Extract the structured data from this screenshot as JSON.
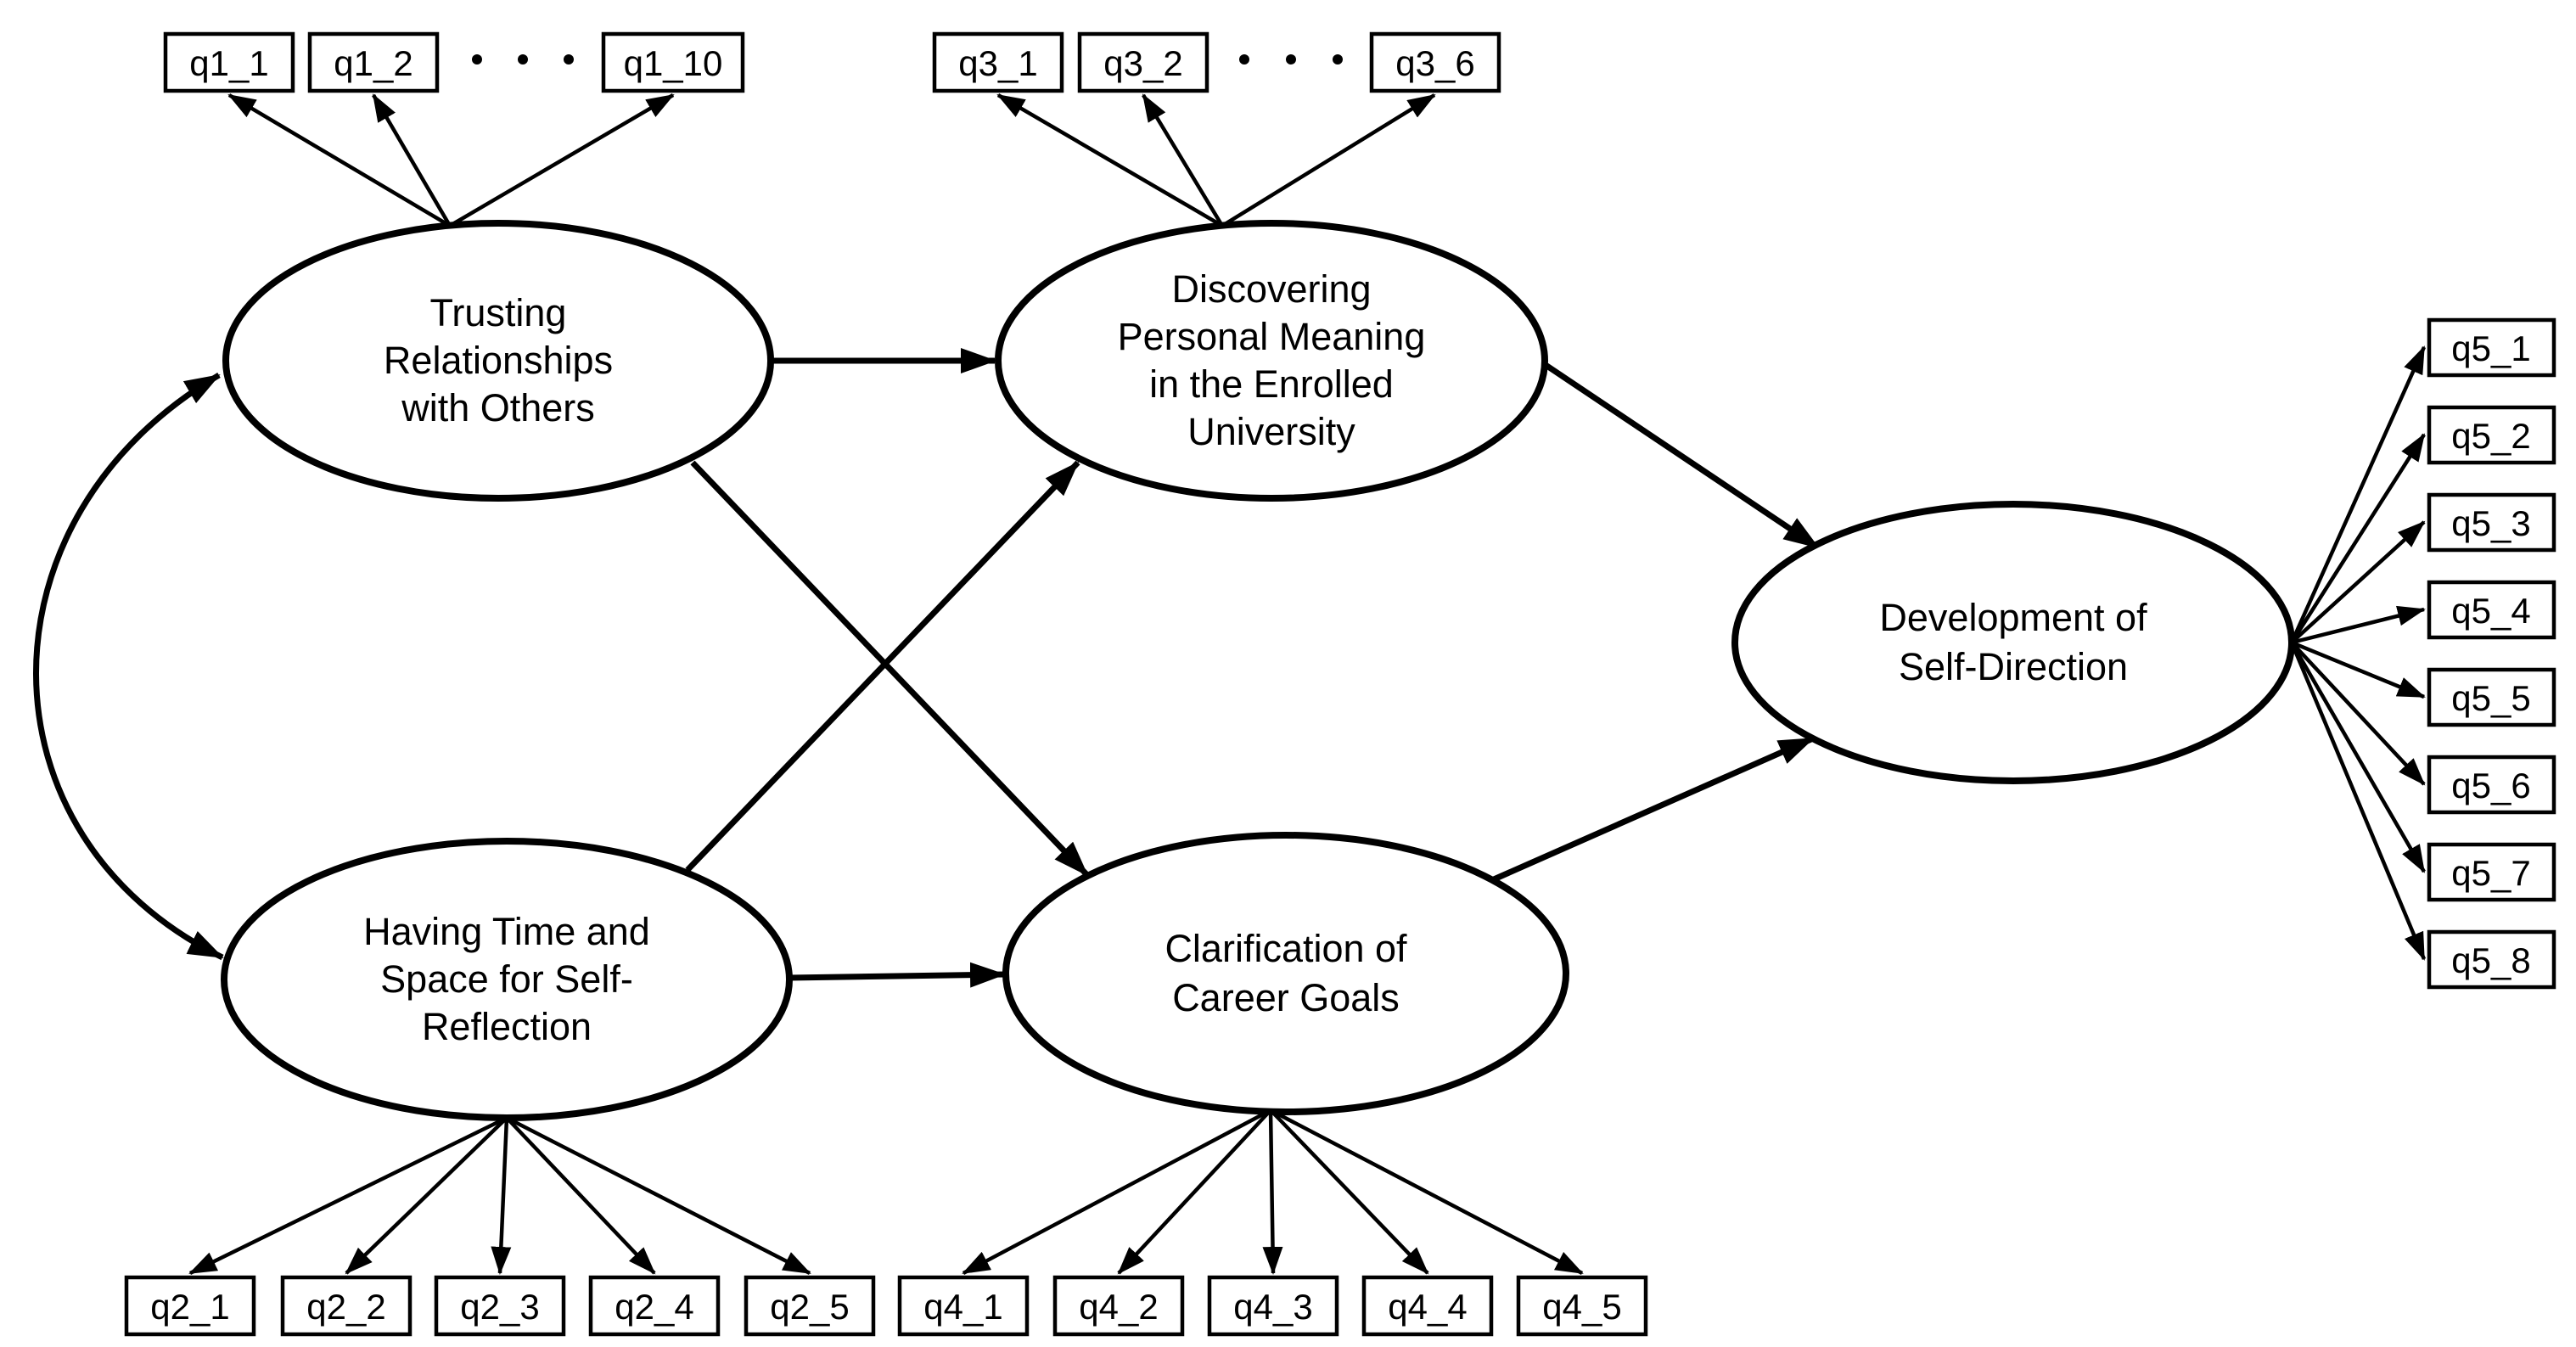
{
  "diagram_type": "structural equation model path diagram",
  "colors": {
    "background": "#ffffff",
    "stroke": "#000000",
    "text": "#000000"
  },
  "latents": {
    "trusting": {
      "name": "Trusting Relationships with Others",
      "lines": [
        "Trusting",
        "Relationships",
        "with Others"
      ]
    },
    "discovering": {
      "name": "Discovering Personal Meaning in the Enrolled University",
      "lines": [
        "Discovering",
        "Personal Meaning",
        "in the Enrolled",
        "University"
      ]
    },
    "having": {
      "name": "Having Time and Space for Self-Reflection",
      "lines": [
        "Having Time and",
        "Space for Self-",
        "Reflection"
      ]
    },
    "clarification": {
      "name": "Clarification of Career Goals",
      "lines": [
        "Clarification of",
        "Career Goals"
      ]
    },
    "development": {
      "name": "Development of Self-Direction",
      "lines": [
        "Development of",
        "Self-Direction"
      ]
    }
  },
  "indicators": {
    "q1": {
      "boxes": [
        "q1_1",
        "q1_2",
        "q1_10"
      ],
      "ellipsis_between": true,
      "latent": "Trusting Relationships with Others"
    },
    "q3": {
      "boxes": [
        "q3_1",
        "q3_2",
        "q3_6"
      ],
      "ellipsis_between": true,
      "latent": "Discovering Personal Meaning in the Enrolled University"
    },
    "q2": {
      "boxes": [
        "q2_1",
        "q2_2",
        "q2_3",
        "q2_4",
        "q2_5"
      ],
      "ellipsis_between": false,
      "latent": "Having Time and Space for Self-Reflection"
    },
    "q4": {
      "boxes": [
        "q4_1",
        "q4_2",
        "q4_3",
        "q4_4",
        "q4_5"
      ],
      "ellipsis_between": false,
      "latent": "Clarification of Career Goals"
    },
    "q5": {
      "boxes": [
        "q5_1",
        "q5_2",
        "q5_3",
        "q5_4",
        "q5_5",
        "q5_6",
        "q5_7",
        "q5_8"
      ],
      "ellipsis_between": false,
      "latent": "Development of Self-Direction"
    }
  },
  "edges": {
    "structural": [
      {
        "from": "Trusting Relationships with Others",
        "to": "Discovering Personal Meaning in the Enrolled University"
      },
      {
        "from": "Trusting Relationships with Others",
        "to": "Clarification of Career Goals"
      },
      {
        "from": "Having Time and Space for Self-Reflection",
        "to": "Discovering Personal Meaning in the Enrolled University"
      },
      {
        "from": "Having Time and Space for Self-Reflection",
        "to": "Clarification of Career Goals"
      },
      {
        "from": "Discovering Personal Meaning in the Enrolled University",
        "to": "Development of Self-Direction"
      },
      {
        "from": "Clarification of Career Goals",
        "to": "Development of Self-Direction"
      }
    ],
    "covariances": [
      {
        "between": [
          "Trusting Relationships with Others",
          "Having Time and Space for Self-Reflection"
        ]
      }
    ]
  }
}
